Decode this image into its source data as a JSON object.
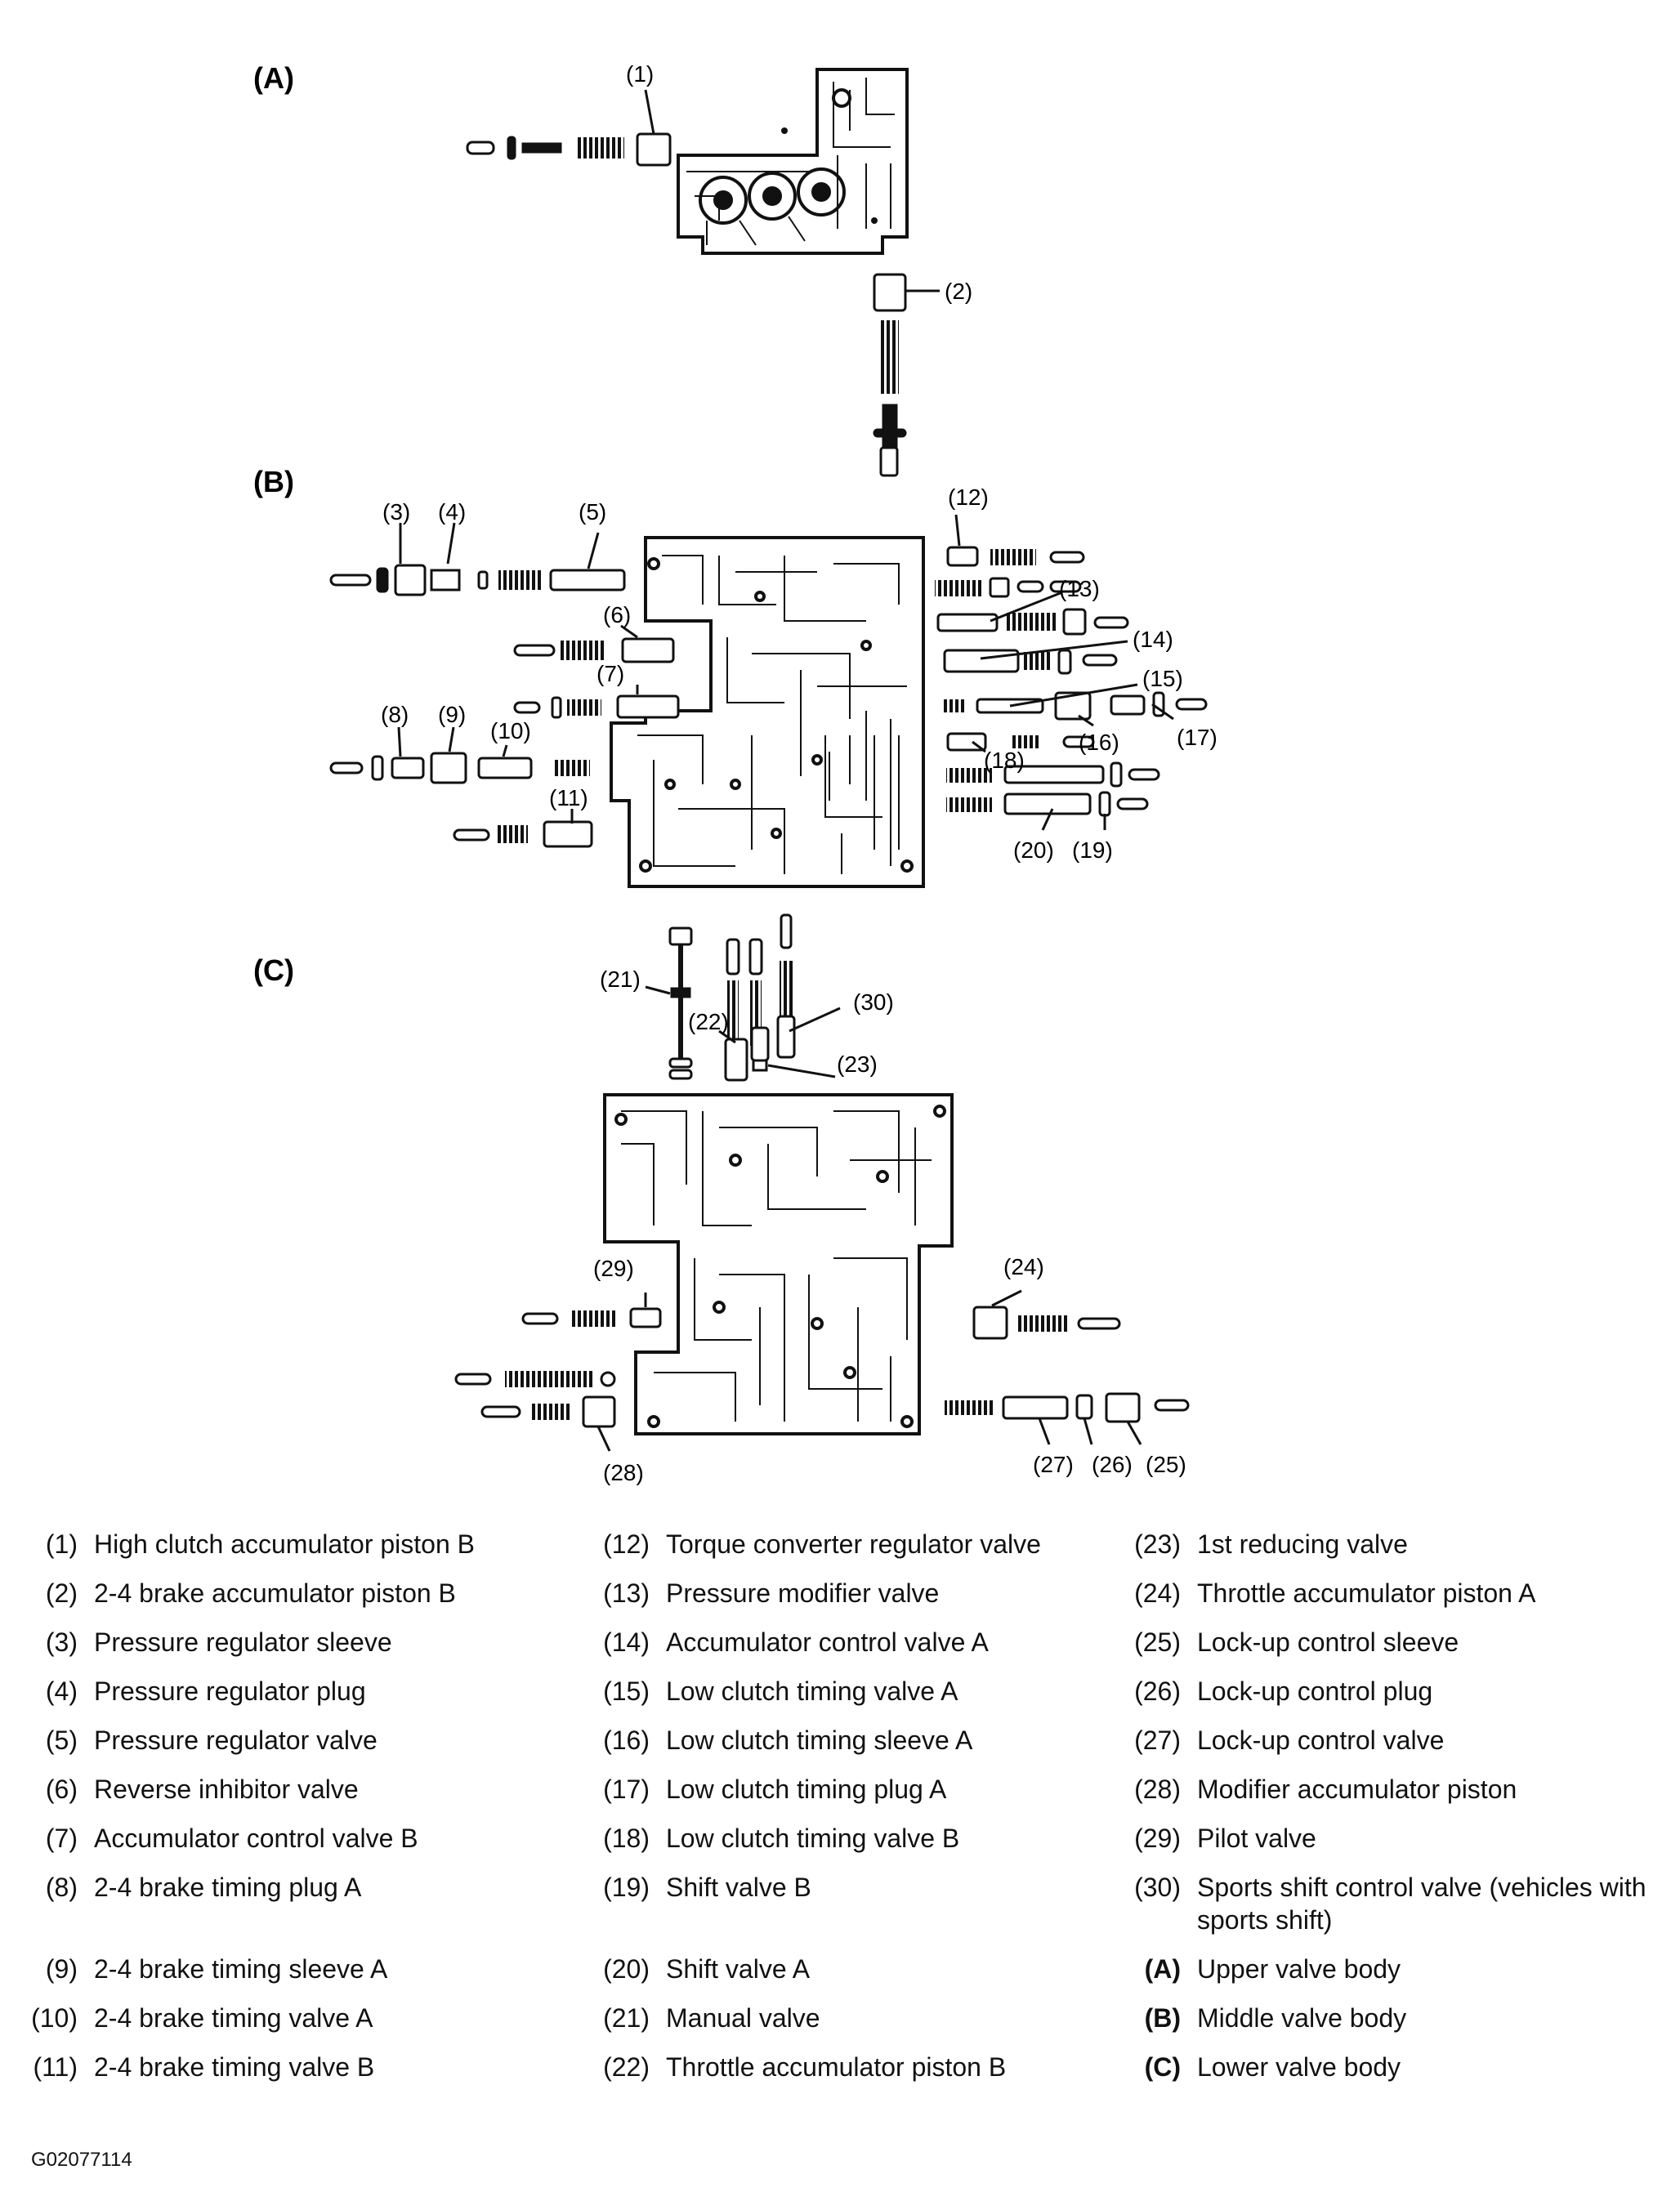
{
  "sections": [
    {
      "id": "A",
      "label": "(A)"
    },
    {
      "id": "B",
      "label": "(B)"
    },
    {
      "id": "C",
      "label": "(C)"
    }
  ],
  "callouts": [
    "(1)",
    "(2)",
    "(3)",
    "(4)",
    "(5)",
    "(6)",
    "(7)",
    "(8)",
    "(9)",
    "(10)",
    "(11)",
    "(12)",
    "(13)",
    "(14)",
    "(15)",
    "(16)",
    "(17)",
    "(18)",
    "(19)",
    "(20)",
    "(21)",
    "(22)",
    "(23)",
    "(24)",
    "(25)",
    "(26)",
    "(27)",
    "(28)",
    "(29)",
    "(30)"
  ],
  "legend": [
    {
      "num": "(1)",
      "text": "High clutch accumulator piston B"
    },
    {
      "num": "(2)",
      "text": "2-4 brake accumulator piston B"
    },
    {
      "num": "(3)",
      "text": "Pressure regulator sleeve"
    },
    {
      "num": "(4)",
      "text": "Pressure regulator plug"
    },
    {
      "num": "(5)",
      "text": "Pressure regulator valve"
    },
    {
      "num": "(6)",
      "text": "Reverse inhibitor valve"
    },
    {
      "num": "(7)",
      "text": "Accumulator control valve B"
    },
    {
      "num": "(8)",
      "text": "2-4 brake timing plug A"
    },
    {
      "num": "(9)",
      "text": "2-4 brake timing sleeve A"
    },
    {
      "num": "(10)",
      "text": "2-4 brake timing valve A"
    },
    {
      "num": "(11)",
      "text": "2-4 brake timing valve B"
    },
    {
      "num": "(12)",
      "text": "Torque converter regulator valve"
    },
    {
      "num": "(13)",
      "text": "Pressure modifier valve"
    },
    {
      "num": "(14)",
      "text": "Accumulator control valve A"
    },
    {
      "num": "(15)",
      "text": "Low clutch timing valve A"
    },
    {
      "num": "(16)",
      "text": "Low clutch timing sleeve A"
    },
    {
      "num": "(17)",
      "text": "Low clutch timing plug A"
    },
    {
      "num": "(18)",
      "text": "Low clutch timing valve B"
    },
    {
      "num": "(19)",
      "text": "Shift valve B"
    },
    {
      "num": "(20)",
      "text": "Shift valve A"
    },
    {
      "num": "(21)",
      "text": "Manual valve"
    },
    {
      "num": "(22)",
      "text": "Throttle accumulator piston B"
    },
    {
      "num": "(23)",
      "text": "1st reducing valve"
    },
    {
      "num": "(24)",
      "text": "Throttle accumulator piston A"
    },
    {
      "num": "(25)",
      "text": "Lock-up control sleeve"
    },
    {
      "num": "(26)",
      "text": "Lock-up control plug"
    },
    {
      "num": "(27)",
      "text": "Lock-up control valve"
    },
    {
      "num": "(28)",
      "text": "Modifier accumulator piston"
    },
    {
      "num": "(29)",
      "text": "Pilot valve"
    },
    {
      "num": "(30)",
      "text": "Sports shift control valve (vehicles with sports shift)"
    },
    {
      "num": "(A)",
      "text": "Upper valve body"
    },
    {
      "num": "(B)",
      "text": "Middle valve body"
    },
    {
      "num": "(C)",
      "text": "Lower valve body"
    }
  ],
  "figure_id": "G02077114"
}
